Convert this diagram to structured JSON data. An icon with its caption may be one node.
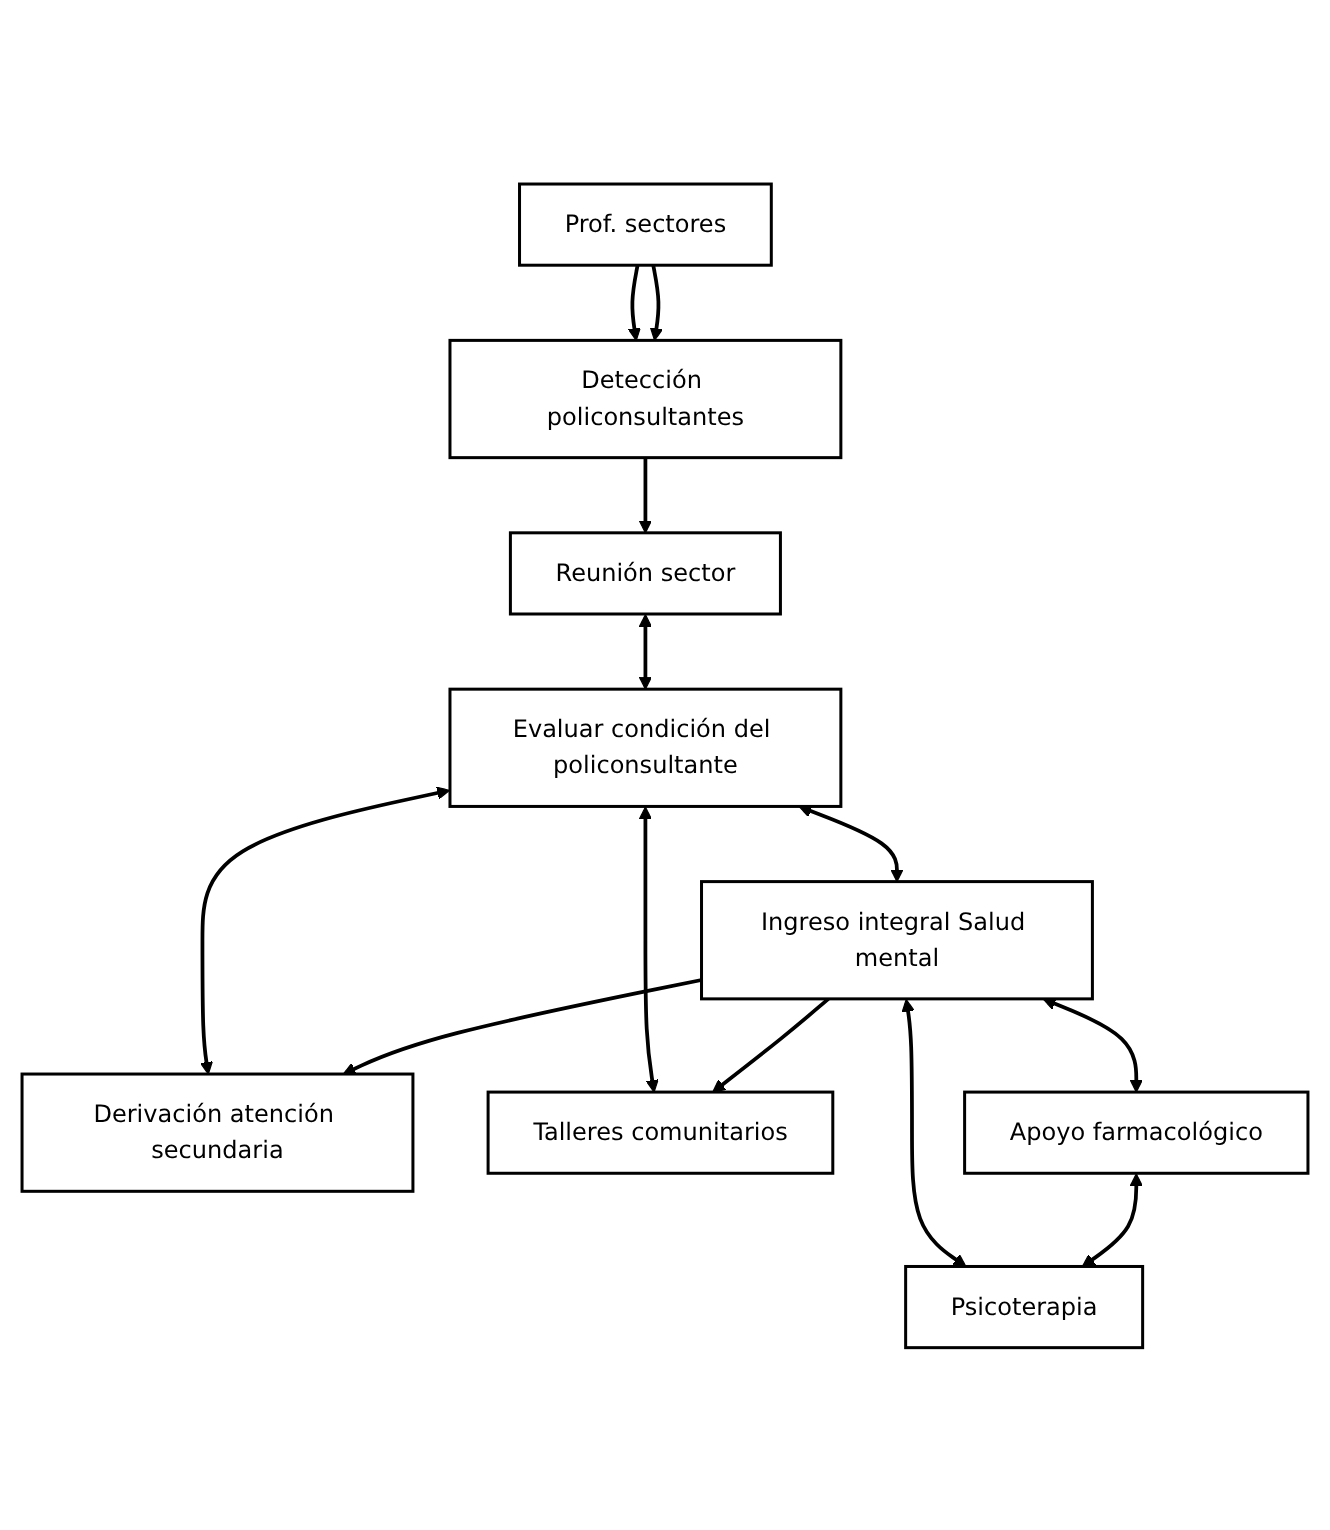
{
  "diagram": {
    "nodes": [
      {
        "text": [
          "Prof. sectores"
        ]
      },
      {
        "text": [
          "Detección policonsultantes"
        ]
      },
      {
        "text": [
          "Reunión sector"
        ]
      },
      {
        "text": [
          "Evaluar condición del policonsultante"
        ]
      },
      {
        "text": [
          "Derivación atención secundaria"
        ]
      },
      {
        "text": [
          "Ingreso integral Salud mental"
        ]
      },
      {
        "text": [
          "Talleres comunitarios"
        ]
      },
      {
        "text": [
          "Apoyo farmacológico"
        ]
      },
      {
        "text": [
          "Psicoterapia"
        ]
      }
    ],
    "edges": [
      {
        "from": 0,
        "to": 1,
        "arrow": "to"
      },
      {
        "from": 0,
        "to": 1,
        "arrow": "to"
      },
      {
        "from": 1,
        "to": 2,
        "arrow": "to"
      },
      {
        "from": 2,
        "to": 3,
        "arrow": "both"
      },
      {
        "from": 3,
        "to": 4,
        "arrow": "both"
      },
      {
        "from": 3,
        "to": 5,
        "arrow": "both"
      },
      {
        "from": 3,
        "to": 6,
        "arrow": "both"
      },
      {
        "from": 5,
        "to": 4,
        "arrow": "to"
      },
      {
        "from": 5,
        "to": 6,
        "arrow": "to"
      },
      {
        "from": 5,
        "to": 7,
        "arrow": "both"
      },
      {
        "from": 5,
        "to": 8,
        "arrow": "both"
      },
      {
        "from": 7,
        "to": 8,
        "arrow": "both"
      }
    ]
  }
}
